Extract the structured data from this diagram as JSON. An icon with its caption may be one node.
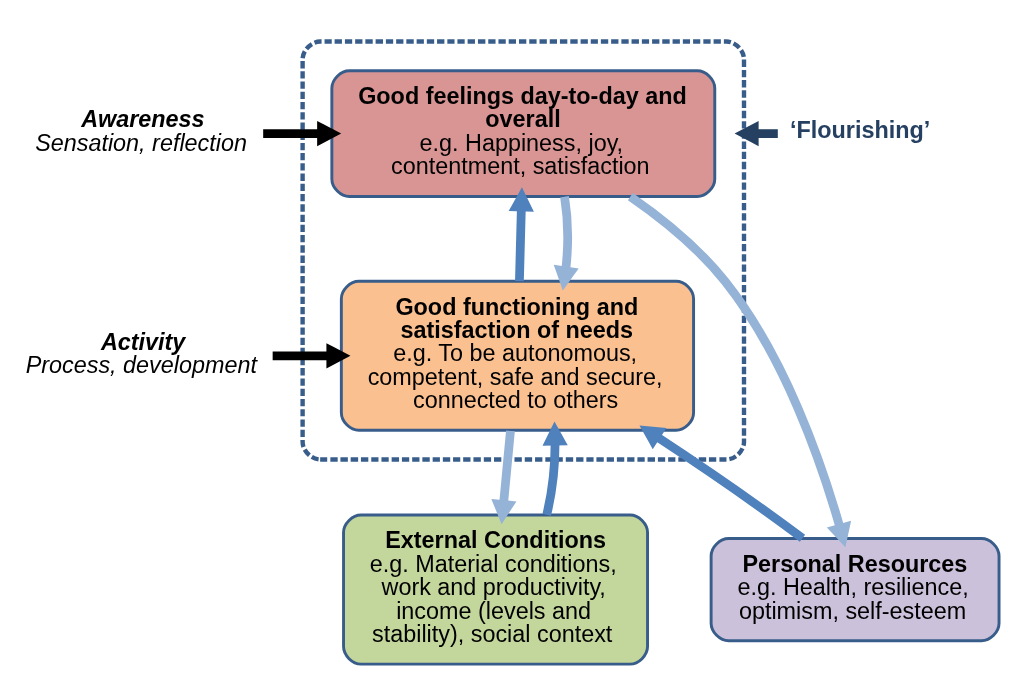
{
  "diagram": {
    "nodes": [
      {
        "text": [],
        "shape": "box"
      },
      {
        "text": [
          "Good feelings day-to-day and overall",
          "e.g. Happiness, joy, contentment, satisfaction"
        ],
        "in": 0
      },
      {
        "text": [
          "Good functioning and satisfaction of needs",
          "e.g. To be autonomous, competent, safe and secure, connected to others"
        ],
        "in": 0
      },
      {
        "text": [
          "External Conditions",
          "e.g. Material conditions, work and productivity, income (levels and stability), social context"
        ]
      },
      {
        "text": [
          "Personal Resources",
          "e.g. Health, resilience, optimism, self-esteem"
        ]
      },
      {
        "text": [
          "Awareness",
          "Sensation, reflection"
        ]
      },
      {
        "text": [
          "Activity",
          "Process, development"
        ]
      },
      {
        "text": [
          "‘Flourishing’"
        ]
      }
    ],
    "edges": [
      {
        "from": 5,
        "to": 1,
        "arrow": "to",
        "color": "#000000"
      },
      {
        "from": 6,
        "to": 2,
        "arrow": "to",
        "color": "#000000"
      },
      {
        "from": 7,
        "to": 0,
        "arrow": "to",
        "color": "#254061"
      },
      {
        "from": 2,
        "to": 1,
        "arrow": "to",
        "color": "#4f81bd"
      },
      {
        "from": 2,
        "to": 3,
        "arrow": "to",
        "color": "#95b3d7"
      },
      {
        "from": 1,
        "to": 4,
        "arrow": "to",
        "color": "#95b3d7"
      },
      {
        "from": 1,
        "to": 2,
        "arrow": "to",
        "color": "#95b3d7"
      },
      {
        "from": 3,
        "to": 2,
        "arrow": "to",
        "color": "#4f81bd"
      },
      {
        "from": 4,
        "to": 2,
        "arrow": "to",
        "color": "#4f81bd"
      }
    ]
  }
}
